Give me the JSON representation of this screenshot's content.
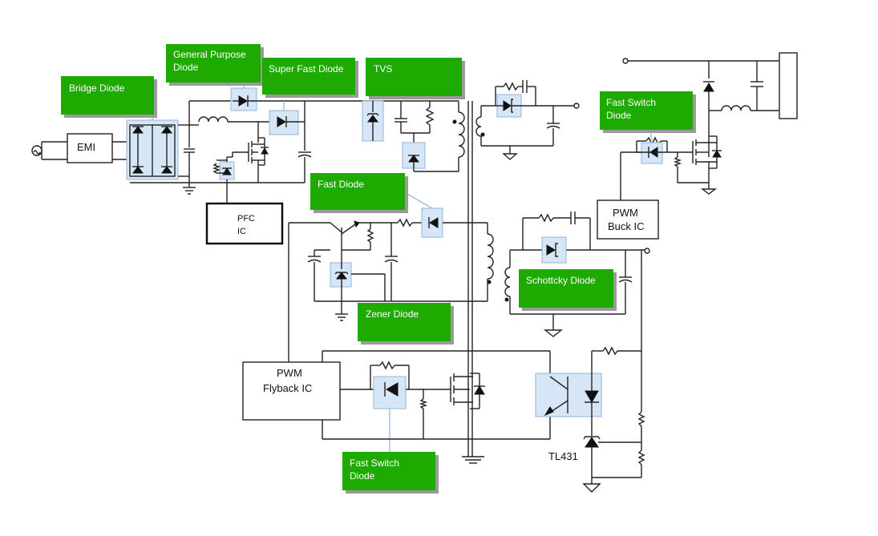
{
  "blocks": {
    "emi": "EMI",
    "pfc_ic_line1": "PFC",
    "pfc_ic_line2": "IC",
    "pwm_buck_line1": "PWM",
    "pwm_buck_line2": "Buck IC",
    "pwm_flyback_line1": "PWM",
    "pwm_flyback_line2": "Flyback IC",
    "tl431": "TL431"
  },
  "tags": {
    "bridge_diode": "Bridge Diode",
    "general_purpose_line1": "General Purpose",
    "general_purpose_line2": "Diode",
    "super_fast": "Super Fast Diode",
    "tvs": "TVS",
    "fast_switch_top_line1": "Fast Switch",
    "fast_switch_top_line2": "Diode",
    "fast_diode": "Fast Diode",
    "schottky": "Schottcky Diode",
    "zener": "Zener Diode",
    "fast_switch_bottom_line1": "Fast Switch",
    "fast_switch_bottom_line2": "Diode"
  },
  "colors": {
    "tag_fill": "#1faa00",
    "tag_text": "#ffffff",
    "highlight_fill": "#d6e6f6",
    "highlight_stroke": "#8fb4dc",
    "wire": "#222222"
  }
}
